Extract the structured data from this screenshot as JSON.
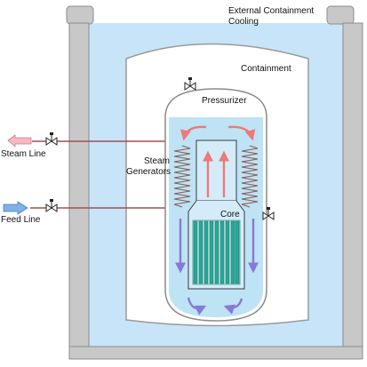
{
  "labels": {
    "external_cooling_line1": "External Containment",
    "external_cooling_line2": "Cooling",
    "containment": "Containment",
    "pressurizer": "Pressurizer",
    "steam_generators_line1": "Steam",
    "steam_generators_line2": "Generators",
    "core": "Core",
    "steam_line": "Steam Line",
    "feed_line": "Feed Line"
  },
  "colors": {
    "pool_water": "#c8e4f8",
    "structure_gray": "#c8c8c8",
    "vessel_water": "#bde3f5",
    "hot_flow": "#f07878",
    "cold_flow": "#8878d8",
    "steam_arrow": "#f7b8c0",
    "feed_arrow": "#7fb0e6",
    "core_rods": "#2aa79b",
    "coil": "#8a5a52",
    "pipe": "#a05050"
  }
}
